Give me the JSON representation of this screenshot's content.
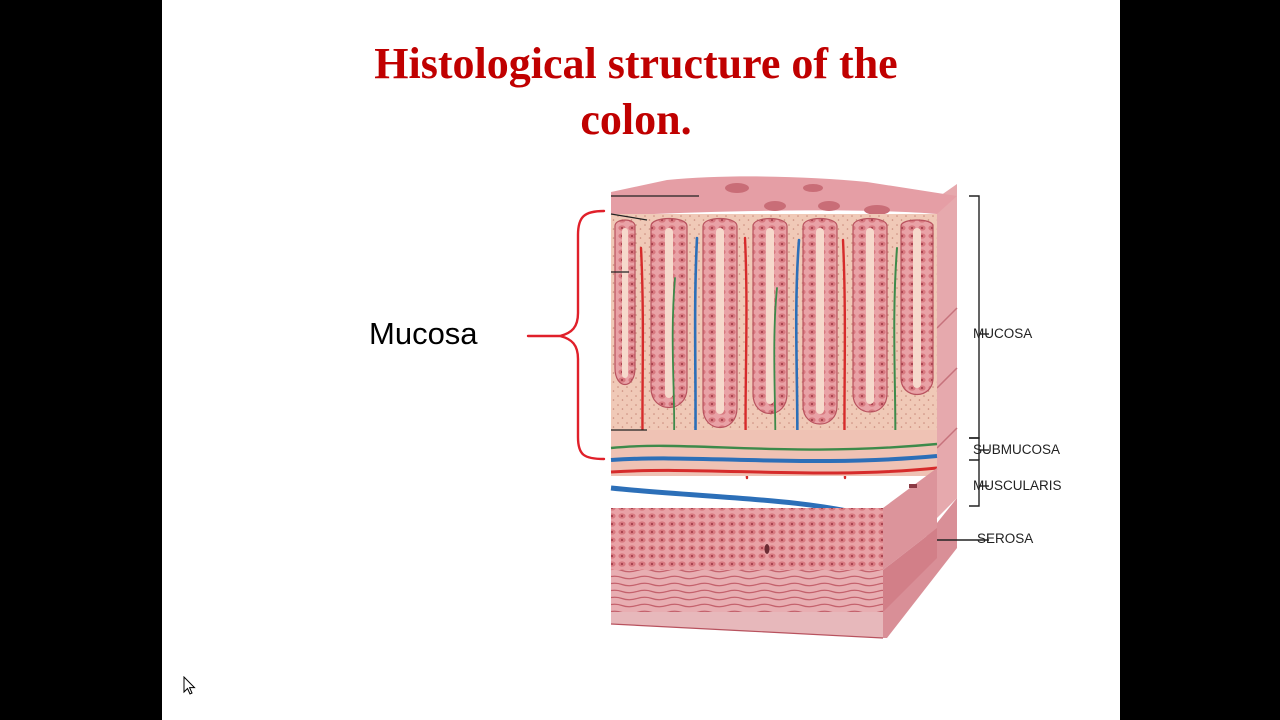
{
  "slide": {
    "title_line1": "Histological structure of the",
    "title_line2": "colon.",
    "callout_label": "Mucosa",
    "colors": {
      "title": "#c00000",
      "brace": "#e0202a",
      "background": "#ffffff",
      "frame": "#000000"
    }
  },
  "figure": {
    "layer_labels": {
      "mucosa": "MUCOSA",
      "submucosa": "SUBMUCOSA",
      "muscularis": "MUSCULARIS",
      "serosa": "SEROSA"
    }
  },
  "icons": {
    "cursor": "mouse-pointer-icon"
  }
}
